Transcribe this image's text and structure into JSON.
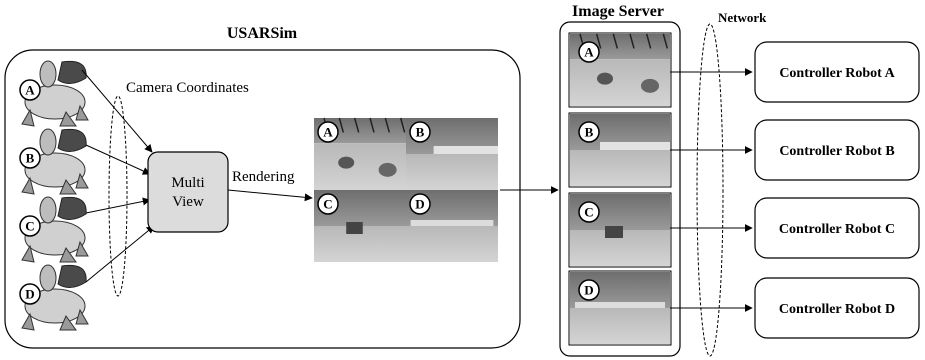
{
  "title": "USARSim",
  "image_server_title": "Image Server",
  "network_label": "Network",
  "camera_label": "Camera Coordinates",
  "multiview_label": [
    "Multi",
    "View"
  ],
  "rendering_label": "Rendering",
  "robots": [
    "A",
    "B",
    "C",
    "D"
  ],
  "controllers": [
    "Controller Robot A",
    "Controller Robot B",
    "Controller Robot C",
    "Controller Robot D"
  ],
  "colors": {
    "stroke": "#000000",
    "multiview_fill": "#dcdcdc",
    "wall": "#7a7a7a",
    "floor": "#c4c4c4"
  }
}
